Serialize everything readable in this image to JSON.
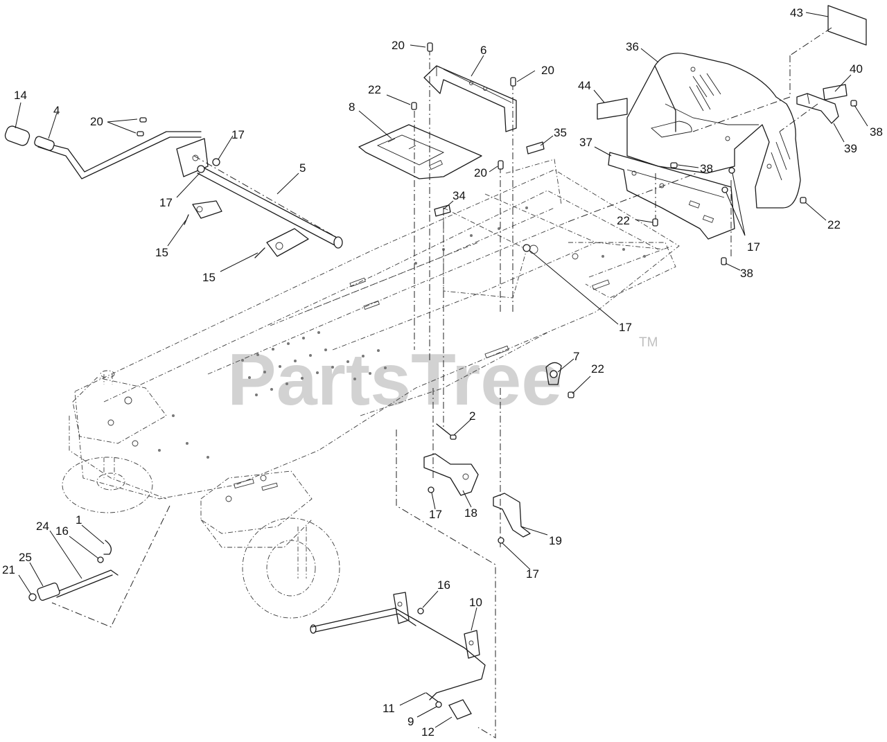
{
  "watermark": {
    "brand": "PartsTree",
    "trademark": "TM"
  },
  "callouts": [
    {
      "id": "c43",
      "label": "43"
    },
    {
      "id": "c36",
      "label": "36"
    },
    {
      "id": "c40",
      "label": "40"
    },
    {
      "id": "c38a",
      "label": "38"
    },
    {
      "id": "c39",
      "label": "39"
    },
    {
      "id": "c44",
      "label": "44"
    },
    {
      "id": "c37",
      "label": "37"
    },
    {
      "id": "c38b",
      "label": "38"
    },
    {
      "id": "c22a",
      "label": "22"
    },
    {
      "id": "c22b",
      "label": "22"
    },
    {
      "id": "c17a",
      "label": "17"
    },
    {
      "id": "c38c",
      "label": "38"
    },
    {
      "id": "c20a",
      "label": "20"
    },
    {
      "id": "c6",
      "label": "6"
    },
    {
      "id": "c20b",
      "label": "20"
    },
    {
      "id": "c22c",
      "label": "22"
    },
    {
      "id": "c8",
      "label": "8"
    },
    {
      "id": "c35",
      "label": "35"
    },
    {
      "id": "c20c",
      "label": "20"
    },
    {
      "id": "c34",
      "label": "34"
    },
    {
      "id": "c14",
      "label": "14"
    },
    {
      "id": "c4",
      "label": "4"
    },
    {
      "id": "c20d",
      "label": "20"
    },
    {
      "id": "c17b",
      "label": "17"
    },
    {
      "id": "c5",
      "label": "5"
    },
    {
      "id": "c17c",
      "label": "17"
    },
    {
      "id": "c15a",
      "label": "15"
    },
    {
      "id": "c15b",
      "label": "15"
    },
    {
      "id": "c17d",
      "label": "17"
    },
    {
      "id": "c7",
      "label": "7"
    },
    {
      "id": "c22d",
      "label": "22"
    },
    {
      "id": "c2",
      "label": "2"
    },
    {
      "id": "c17e",
      "label": "17"
    },
    {
      "id": "c18",
      "label": "18"
    },
    {
      "id": "c19",
      "label": "19"
    },
    {
      "id": "c17f",
      "label": "17"
    },
    {
      "id": "c1",
      "label": "1"
    },
    {
      "id": "c16a",
      "label": "16"
    },
    {
      "id": "c24",
      "label": "24"
    },
    {
      "id": "c25",
      "label": "25"
    },
    {
      "id": "c21",
      "label": "21"
    },
    {
      "id": "c16b",
      "label": "16"
    },
    {
      "id": "c10",
      "label": "10"
    },
    {
      "id": "c11",
      "label": "11"
    },
    {
      "id": "c9",
      "label": "9"
    },
    {
      "id": "c12",
      "label": "12"
    }
  ]
}
